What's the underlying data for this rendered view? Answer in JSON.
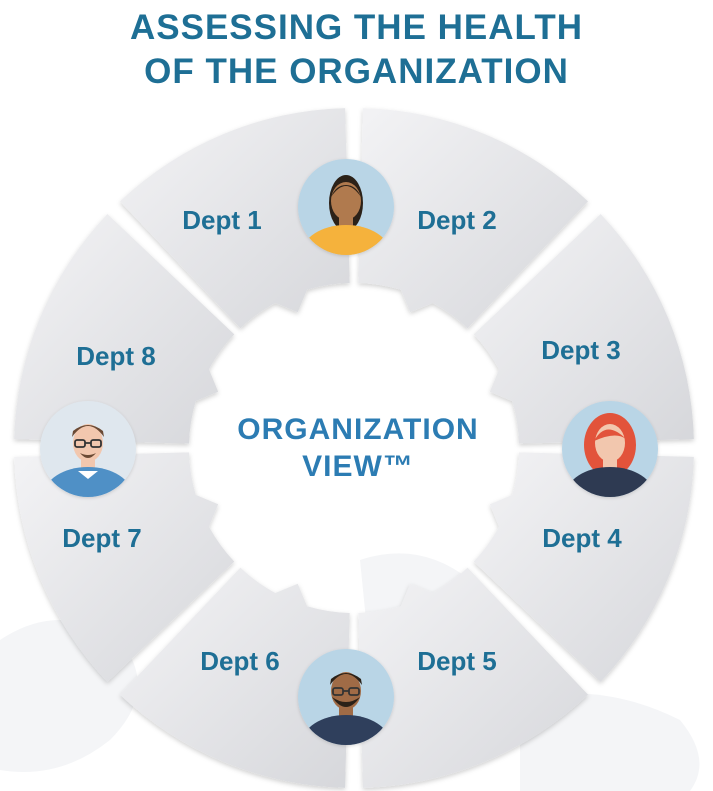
{
  "title": {
    "line1": "ASSESSING THE HEALTH",
    "line2": "OF THE ORGANIZATION"
  },
  "center": {
    "line1": "ORGANIZATION",
    "line2": "VIEW™"
  },
  "departments": [
    "Dept 1",
    "Dept 2",
    "Dept 3",
    "Dept 4",
    "Dept 5",
    "Dept 6",
    "Dept 7",
    "Dept 8"
  ],
  "avatars": [
    {
      "name": "woman-dark-hair-avatar",
      "shirt": "#f5b23c",
      "skin": "#b07a4e",
      "hair": "#2b2118",
      "bg": "#b9d5e6"
    },
    {
      "name": "woman-red-hair-avatar",
      "shirt": "#2e3a52",
      "skin": "#f2c7ae",
      "hair": "#e2533b",
      "bg": "#b9d5e6"
    },
    {
      "name": "man-beard-glasses-avatar",
      "shirt": "#2f3f5c",
      "skin": "#a06b46",
      "hair": "#2b2118",
      "bg": "#b9d5e6"
    },
    {
      "name": "man-glasses-avatar",
      "shirt": "#4f90c6",
      "skin": "#f2c7ae",
      "hair": "#6b4a34",
      "bg": "#dfe7ee"
    }
  ],
  "colors": {
    "title": "#1e6f95",
    "segment_light": "#f2f2f4",
    "segment_dark": "#d7d8dc",
    "label": "#1e6f95",
    "center": "#2c7cb3"
  }
}
